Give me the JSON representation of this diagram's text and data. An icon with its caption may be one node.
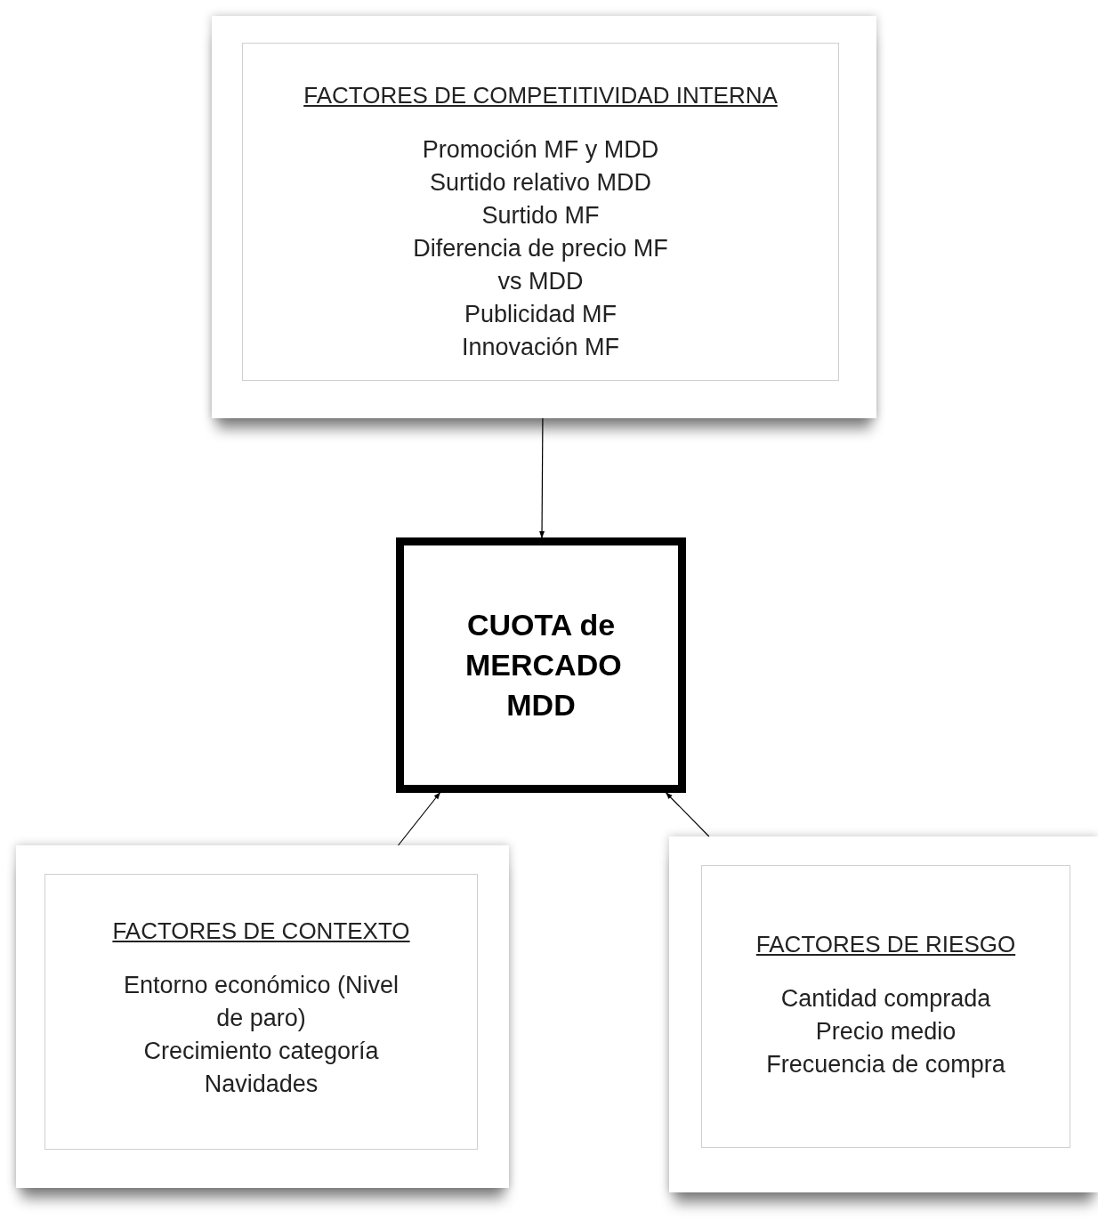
{
  "diagram": {
    "nodes": [
      {
        "text": [
          "FACTORES DE COMPETITIVIDAD INTERNA",
          "Promoción MF y MDD",
          "Surtido relativo MDD",
          "Surtido MF",
          "Diferencia de precio MF vs MDD",
          "Publicidad MF",
          "Innovación MF"
        ]
      },
      {
        "text": [
          "CUOTA de MERCADO MDD"
        ]
      },
      {
        "text": [
          "FACTORES DE CONTEXTO",
          "Entorno económico (Nivel de paro)",
          "Crecimiento categoría",
          "Navidades"
        ]
      },
      {
        "text": [
          "FACTORES DE RIESGO",
          "Cantidad comprada",
          "Precio medio",
          "Frecuencia de compra"
        ]
      }
    ],
    "edges": [
      {
        "from": 0,
        "to": 1,
        "arrow": "to"
      },
      {
        "from": 2,
        "to": 1,
        "arrow": "to"
      },
      {
        "from": 3,
        "to": 1,
        "arrow": "to"
      }
    ]
  }
}
